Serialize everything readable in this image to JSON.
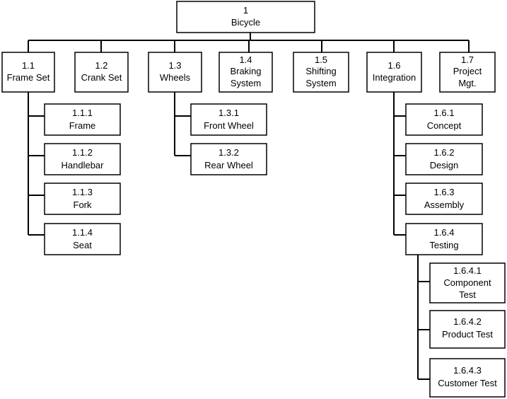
{
  "diagram": {
    "root": {
      "code": "1",
      "name": "Bicycle"
    },
    "level1": [
      {
        "code": "1.1",
        "name": "Frame Set"
      },
      {
        "code": "1.2",
        "name": "Crank Set"
      },
      {
        "code": "1.3",
        "name": "Wheels"
      },
      {
        "code": "1.4",
        "name": "Braking",
        "name2": "System"
      },
      {
        "code": "1.5",
        "name": "Shifting",
        "name2": "System"
      },
      {
        "code": "1.6",
        "name": "Integration"
      },
      {
        "code": "1.7",
        "name": "Project",
        "name2": "Mgt."
      }
    ],
    "frame_set_children": [
      {
        "code": "1.1.1",
        "name": "Frame"
      },
      {
        "code": "1.1.2",
        "name": "Handlebar"
      },
      {
        "code": "1.1.3",
        "name": "Fork"
      },
      {
        "code": "1.1.4",
        "name": "Seat"
      }
    ],
    "wheels_children": [
      {
        "code": "1.3.1",
        "name": "Front Wheel"
      },
      {
        "code": "1.3.2",
        "name": "Rear Wheel"
      }
    ],
    "integration_children": [
      {
        "code": "1.6.1",
        "name": "Concept"
      },
      {
        "code": "1.6.2",
        "name": "Design"
      },
      {
        "code": "1.6.3",
        "name": "Assembly"
      },
      {
        "code": "1.6.4",
        "name": "Testing"
      }
    ],
    "testing_children": [
      {
        "code": "1.6.4.1",
        "name": "Component",
        "name2": "Test"
      },
      {
        "code": "1.6.4.2",
        "name": "Product Test"
      },
      {
        "code": "1.6.4.3",
        "name": "Customer Test"
      }
    ]
  }
}
